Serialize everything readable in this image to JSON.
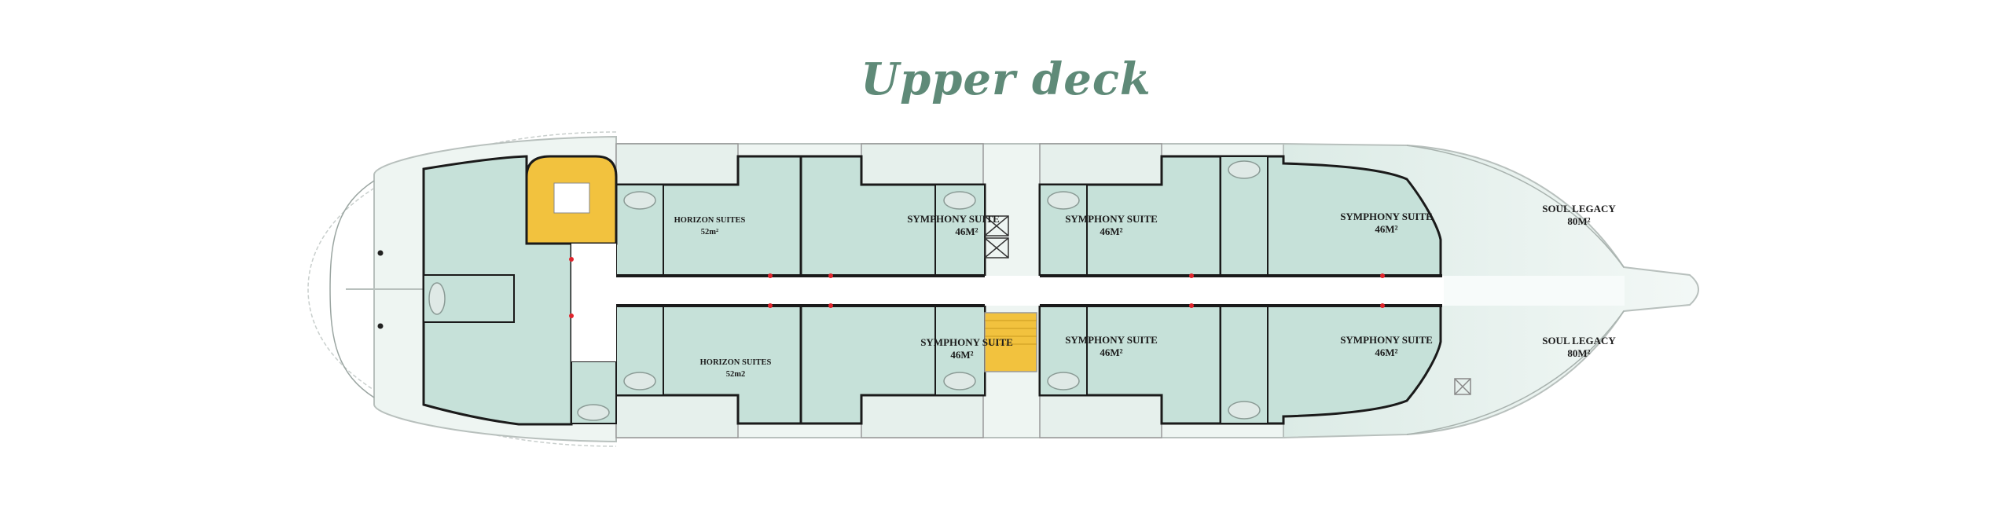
{
  "title": "Upper deck",
  "colors": {
    "title": "#5f8a78",
    "room": "#c6e1d9",
    "stair": "#f2c23e",
    "wall": "#1a1a1a",
    "door_marker": "#e0242c"
  },
  "rooms": {
    "horizon_top": {
      "name": "HORIZON SUITES",
      "area": "52m²"
    },
    "horizon_bottom": {
      "name": "HORIZON SUITES",
      "area": "52m2"
    },
    "symphony_top_1": {
      "name": "SYMPHONY SUITE",
      "area": "46M²"
    },
    "symphony_top_2": {
      "name": "SYMPHONY SUITE",
      "area": "46M²"
    },
    "symphony_top_3": {
      "name": "SYMPHONY SUITE",
      "area": "46M²"
    },
    "symphony_bottom_1": {
      "name": "SYMPHONY SUITE",
      "area": "46M²"
    },
    "symphony_bottom_2": {
      "name": "SYMPHONY SUITE",
      "area": "46M²"
    },
    "symphony_bottom_3": {
      "name": "SYMPHONY SUITE",
      "area": "46M²"
    },
    "soul_top": {
      "name": "SOUL LEGACY",
      "area": "80M²"
    },
    "soul_bottom": {
      "name": "SOUL LEGACY",
      "area": "80M²"
    }
  }
}
